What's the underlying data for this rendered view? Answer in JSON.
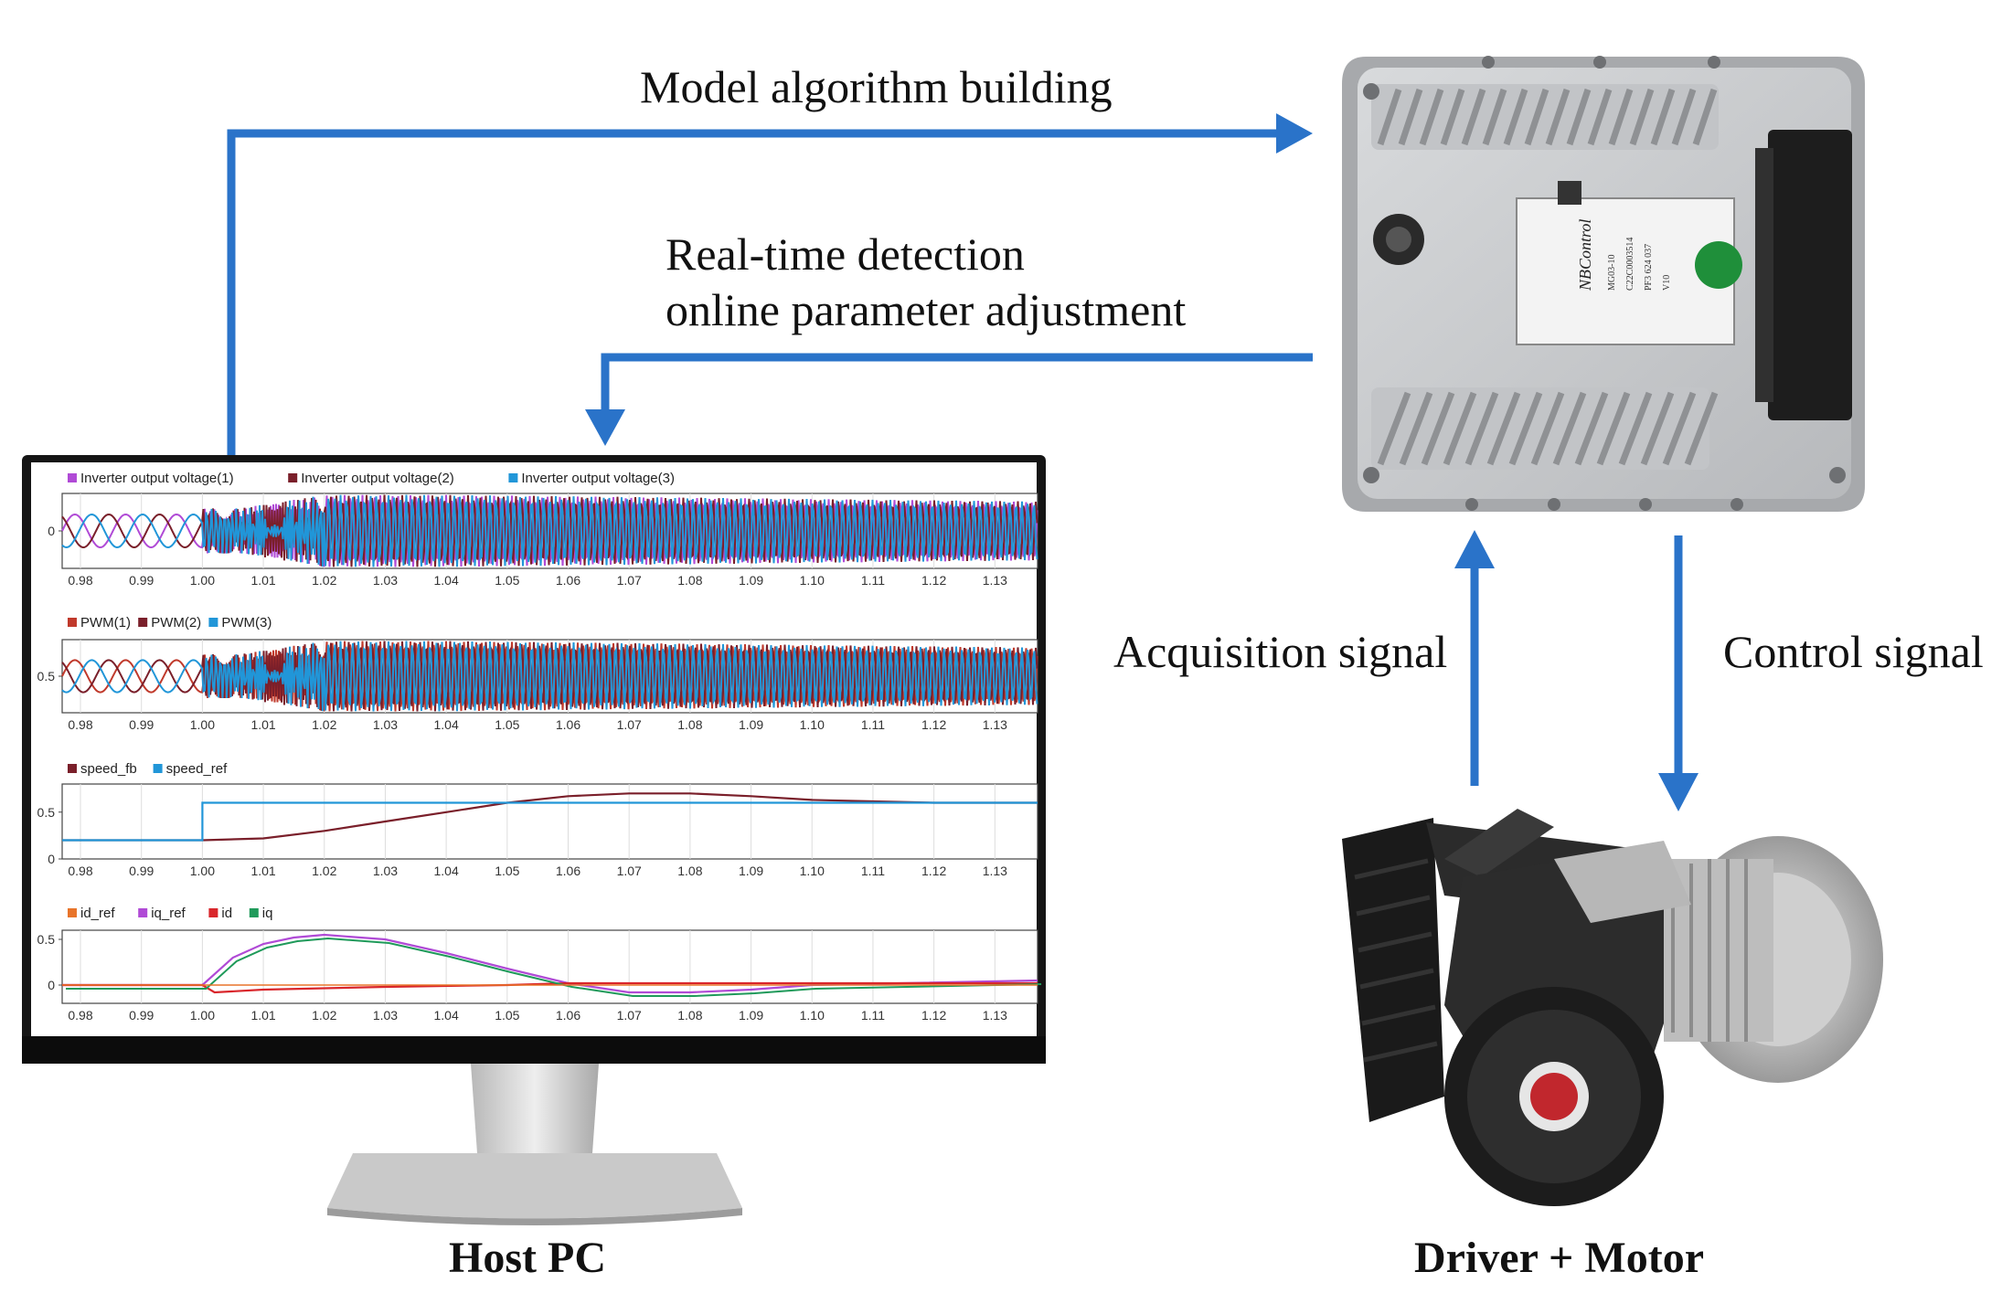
{
  "labels": {
    "model_algorithm_building": "Model algorithm building",
    "realtime_line1": "Real-time detection",
    "realtime_line2": "online parameter adjustment",
    "acquisition_signal": "Acquisition signal",
    "control_signal": "Control signal",
    "host_pc": "Host PC",
    "driver_motor": "Driver + Motor"
  },
  "ecu_label": {
    "brand": "NBControl",
    "lines": [
      "MG03-10",
      "C22C0003514",
      "PF3 624 037",
      "V10"
    ]
  },
  "colors": {
    "arrow": "#2a73c9",
    "monitor_bezel": "#111111",
    "ecu_body": "#c9cbce"
  },
  "chart_data": [
    {
      "type": "line",
      "legend": [
        "Inverter output voltage(1)",
        "Inverter output voltage(2)",
        "Inverter output voltage(3)"
      ],
      "colors": [
        "#b04ad6",
        "#7a1f2a",
        "#2196d8"
      ],
      "x_ticks": [
        "0.98",
        "0.99",
        "1.00",
        "1.01",
        "1.02",
        "1.03",
        "1.04",
        "1.05",
        "1.06",
        "1.07",
        "1.08",
        "1.09",
        "1.10",
        "1.11",
        "1.12",
        "1.13"
      ],
      "y_ticks": [
        "0"
      ],
      "xlim": [
        0.977,
        1.137
      ]
    },
    {
      "type": "line",
      "legend": [
        "PWM(1)",
        "PWM(2)",
        "PWM(3)"
      ],
      "colors": [
        "#c0392b",
        "#7a1f2a",
        "#2196d8"
      ],
      "x_ticks": [
        "0.98",
        "0.99",
        "1.00",
        "1.01",
        "1.02",
        "1.03",
        "1.04",
        "1.05",
        "1.06",
        "1.07",
        "1.08",
        "1.09",
        "1.10",
        "1.11",
        "1.12",
        "1.13"
      ],
      "y_ticks": [
        "0.5"
      ],
      "xlim": [
        0.977,
        1.137
      ]
    },
    {
      "type": "line",
      "legend": [
        "speed_fb",
        "speed_ref"
      ],
      "colors": [
        "#7a1f2a",
        "#2196d8"
      ],
      "x_ticks": [
        "0.98",
        "0.99",
        "1.00",
        "1.01",
        "1.02",
        "1.03",
        "1.04",
        "1.05",
        "1.06",
        "1.07",
        "1.08",
        "1.09",
        "1.10",
        "1.11",
        "1.12",
        "1.13"
      ],
      "y_ticks": [
        "0.5",
        "0"
      ],
      "xlim": [
        0.977,
        1.137
      ],
      "series": [
        {
          "name": "speed_fb",
          "x": [
            0.977,
            1.0,
            1.01,
            1.02,
            1.03,
            1.04,
            1.05,
            1.06,
            1.07,
            1.08,
            1.09,
            1.1,
            1.12,
            1.137
          ],
          "y": [
            0.2,
            0.2,
            0.22,
            0.3,
            0.4,
            0.5,
            0.6,
            0.67,
            0.7,
            0.7,
            0.67,
            0.63,
            0.6,
            0.6
          ]
        },
        {
          "name": "speed_ref",
          "x": [
            0.977,
            1.0,
            1.0,
            1.137
          ],
          "y": [
            0.2,
            0.2,
            0.6,
            0.6
          ]
        }
      ]
    },
    {
      "type": "line",
      "legend": [
        "id_ref",
        "iq_ref",
        "id",
        "iq"
      ],
      "colors": [
        "#e8742a",
        "#b04ad6",
        "#d9262b",
        "#1f9a5a"
      ],
      "x_ticks": [
        "0.98",
        "0.99",
        "1.00",
        "1.01",
        "1.02",
        "1.03",
        "1.04",
        "1.05",
        "1.06",
        "1.07",
        "1.08",
        "1.09",
        "1.10",
        "1.11",
        "1.12",
        "1.13"
      ],
      "y_ticks": [
        "0.5",
        "0"
      ],
      "xlim": [
        0.977,
        1.137
      ],
      "series": [
        {
          "name": "iq_ref",
          "x": [
            0.977,
            1.0,
            1.005,
            1.01,
            1.015,
            1.02,
            1.03,
            1.04,
            1.05,
            1.06,
            1.07,
            1.08,
            1.09,
            1.1,
            1.137
          ],
          "y": [
            0,
            0,
            0.3,
            0.45,
            0.52,
            0.55,
            0.5,
            0.35,
            0.18,
            0.02,
            -0.08,
            -0.08,
            -0.05,
            0.0,
            0.05
          ]
        },
        {
          "name": "id",
          "x": [
            0.977,
            1.0,
            1.002,
            1.01,
            1.03,
            1.05,
            1.06,
            1.07,
            1.1,
            1.137
          ],
          "y": [
            0,
            0,
            -0.08,
            -0.05,
            -0.02,
            0,
            0.02,
            0.02,
            0.02,
            0.02
          ]
        }
      ]
    }
  ]
}
